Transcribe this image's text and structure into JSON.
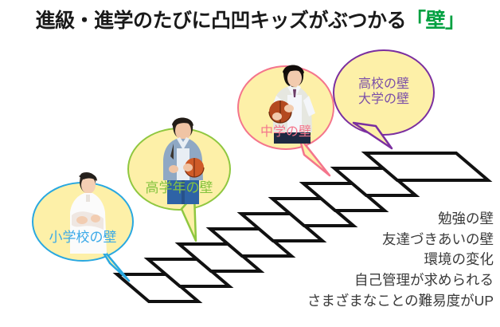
{
  "title": {
    "lead": "進級・進学のたびに凸凹キッズがぶつかる",
    "highlight": "「壁」",
    "highlight_color": "#00a040"
  },
  "bubbles": [
    {
      "id": "elementary",
      "label": "小学校の壁",
      "photo_alt": "小学生の女の子の写真",
      "border_color": "#29a8e0",
      "text_color": "#3aa9e8",
      "fill_color": "#fdf0a8"
    },
    {
      "id": "upper-grades",
      "label": "高学年の壁",
      "photo_alt": "バスケットボールを持つ男の子の写真",
      "border_color": "#8fc740",
      "text_color": "#86c440",
      "fill_color": "#fdf0a8"
    },
    {
      "id": "junior-high",
      "label": "中学の壁",
      "photo_alt": "バスケットボールを持つ中学生の写真",
      "border_color": "#f4758c",
      "text_color": "#f4758c",
      "fill_color": "#fdf0a8"
    },
    {
      "id": "high-university",
      "label_line1": "高校の壁",
      "label_line2": "大学の壁",
      "border_color": "#7b2fa0",
      "text_color": "#7b4fa8",
      "fill_color": "#fdf0a8"
    }
  ],
  "challenges": {
    "items": [
      "勉強の壁",
      "友達づきあいの壁",
      "環境の変化",
      "自己管理が求められる",
      "さまざまなことの難易度がUP"
    ],
    "text_color": "#3a3a3a"
  },
  "stairs": {
    "step_count": 9,
    "stroke_color": "#111111",
    "fill_color": "#ffffff",
    "description": "左下から右上へ昇る立体的な階段"
  }
}
